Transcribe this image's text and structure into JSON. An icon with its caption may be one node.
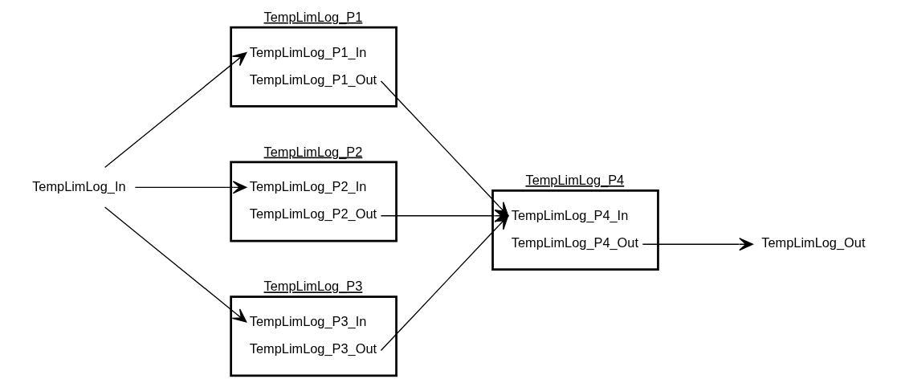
{
  "diagram": {
    "nodes": [
      {
        "text": [
          "TempLimLog_In"
        ]
      },
      {
        "text": [
          "TempLimLog_P1",
          "TempLimLog_P1_In",
          "TempLimLog_P1_Out"
        ]
      },
      {
        "text": [
          "TempLimLog_P2",
          "TempLimLog_P2_In",
          "TempLimLog_P2_Out"
        ]
      },
      {
        "text": [
          "TempLimLog_P3",
          "TempLimLog_P3_In",
          "TempLimLog_P3_Out"
        ]
      },
      {
        "text": [
          "TempLimLog_P4",
          "TempLimLog_P4_In",
          "TempLimLog_P4_Out"
        ]
      },
      {
        "text": [
          "TempLimLog_Out"
        ]
      }
    ],
    "edges": [
      {
        "from": 0,
        "to": 1,
        "arrow": "to"
      },
      {
        "from": 0,
        "to": 2,
        "arrow": "to"
      },
      {
        "from": 0,
        "to": 3,
        "arrow": "to"
      },
      {
        "from": 1,
        "to": 4,
        "arrow": "to"
      },
      {
        "from": 2,
        "to": 4,
        "arrow": "to"
      },
      {
        "from": 3,
        "to": 4,
        "arrow": "to"
      },
      {
        "from": 4,
        "to": 5,
        "arrow": "to"
      }
    ]
  }
}
